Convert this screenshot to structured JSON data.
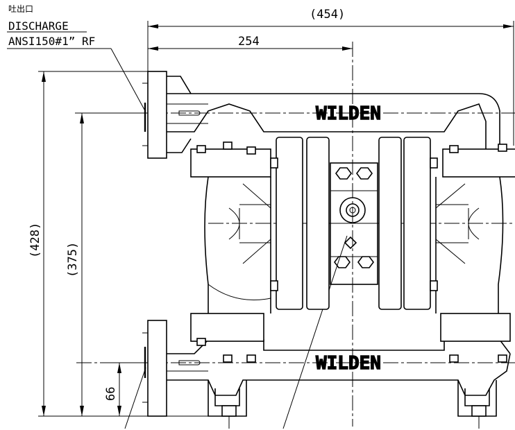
{
  "callout": {
    "line1": "吐出口",
    "line2": "DISCHARGE",
    "line3": "ANSI150#1” RF"
  },
  "dimensions": {
    "overall_width": "(454)",
    "center_width": "254",
    "overall_height": "(428)",
    "discharge_height": "(375)",
    "suction_height": "66"
  },
  "brand": {
    "top": "WILDEN",
    "bottom": "WILDEN"
  }
}
